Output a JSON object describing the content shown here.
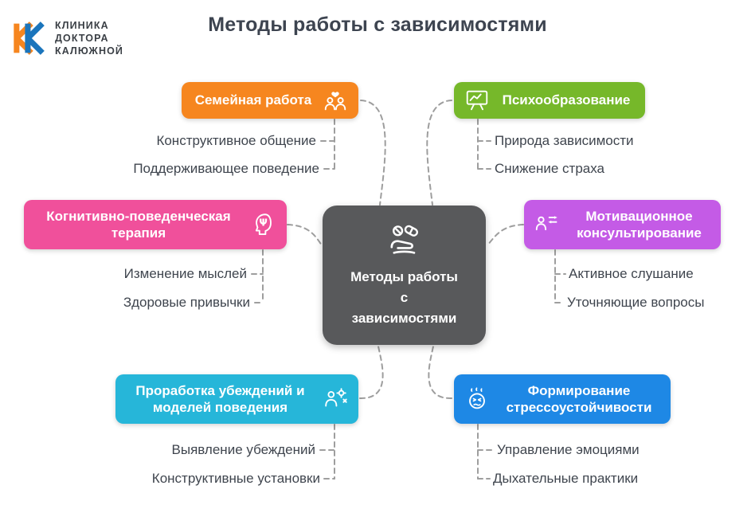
{
  "title": "Методы работы с зависимостями",
  "logo": {
    "lines": [
      "КЛИНИКА",
      "ДОКТОРА",
      "КАЛЮЖНОЙ"
    ],
    "mark_colors": {
      "orange": "#F6861F",
      "blue": "#1B75BC"
    }
  },
  "connector_color": "#9E9E9E",
  "center": {
    "icon": "hand-with-pills-icon",
    "lines": [
      "Методы работы",
      "с",
      "зависимостями"
    ],
    "bg_color": "#58595B"
  },
  "branches": {
    "family": {
      "label": "Семейная работа",
      "color": "#F6861F",
      "icon": "family-heart-icon",
      "items": [
        "Конструктивное общение",
        "Поддерживающее поведение"
      ]
    },
    "psychoeducation": {
      "label": "Психообразование",
      "color": "#76B82A",
      "icon": "education-board-icon",
      "items": [
        "Природа зависимости",
        "Снижение страха"
      ]
    },
    "cbt": {
      "lines": [
        "Когнитивно-поведенческая",
        "терапия"
      ],
      "color": "#F0509B",
      "icon": "head-psi-icon",
      "items": [
        "Изменение мыслей",
        "Здоровые привычки"
      ]
    },
    "motivational": {
      "lines": [
        "Мотивационное",
        "консультирование"
      ],
      "color": "#C45BE6",
      "icon": "counseling-arrows-icon",
      "items": [
        "Активное слушание",
        "Уточняющие вопросы"
      ]
    },
    "beliefs": {
      "lines": [
        "Проработка убеждений и",
        "моделей поведения"
      ],
      "color": "#26B6D9",
      "icon": "person-settings-icon",
      "items": [
        "Выявление убеждений",
        "Конструктивные установки"
      ]
    },
    "stress": {
      "lines": [
        "Формирование",
        "стрессоустойчивости"
      ],
      "color": "#1E88E5",
      "icon": "stressed-face-icon",
      "items": [
        "Управление эмоциями",
        "Дыхательные практики"
      ]
    }
  }
}
